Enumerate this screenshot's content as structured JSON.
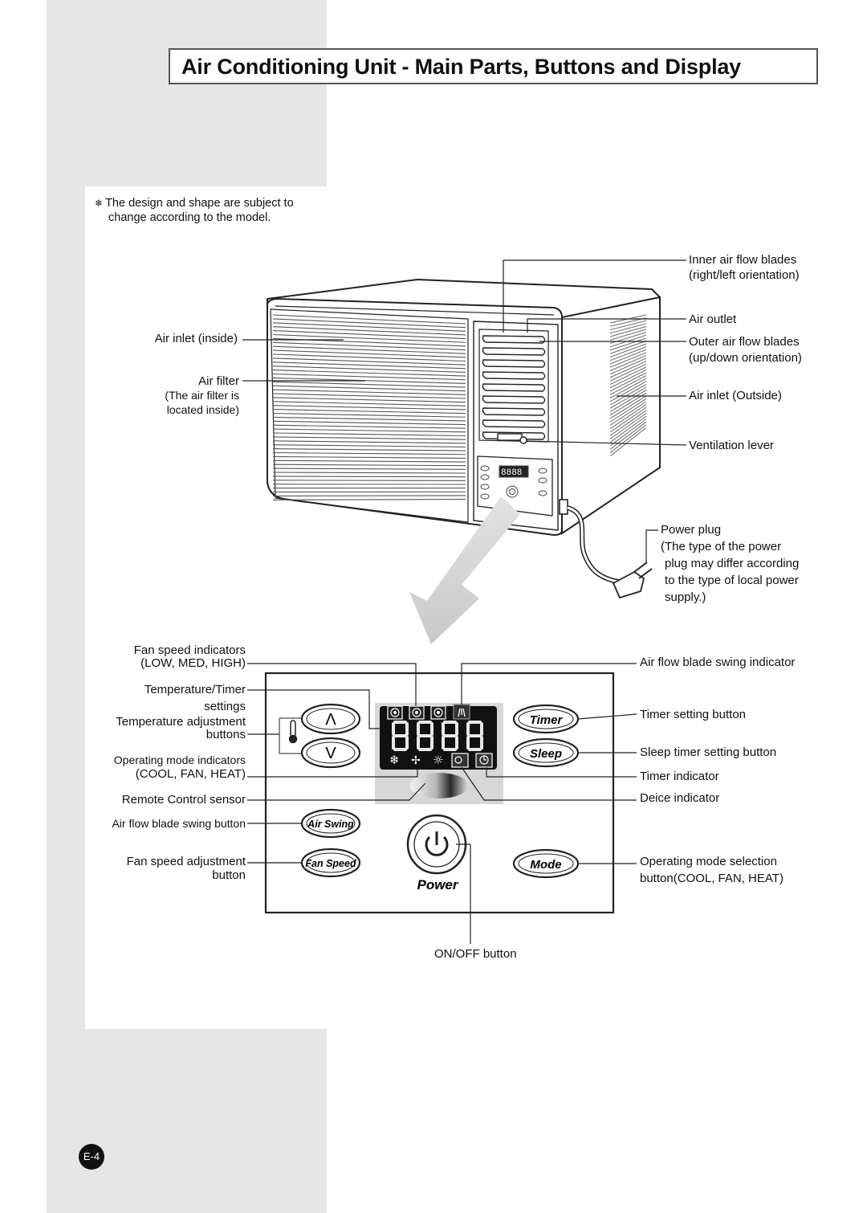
{
  "page": {
    "title": "Air Conditioning Unit - Main Parts, Buttons and Display",
    "note_line1": "The design and shape are subject to",
    "note_line2": "change according to the model.",
    "note_symbol": "❄",
    "page_number": "E-4"
  },
  "unit_labels": {
    "air_inlet_inside": "Air inlet (inside)",
    "air_filter": "Air filter",
    "air_filter_note1": "(The air filter is",
    "air_filter_note2": "located inside)",
    "inner_blades1": "Inner air flow blades",
    "inner_blades2": "(right/left orientation)",
    "air_outlet": "Air outlet",
    "outer_blades1": "Outer air flow blades",
    "outer_blades2": "(up/down orientation)",
    "air_inlet_outside": "Air inlet (Outside)",
    "ventilation_lever": "Ventilation lever",
    "power_plug": "Power plug",
    "power_plug_note1": "(The type of the power",
    "power_plug_note2": "plug may differ according",
    "power_plug_note3": "to the type of local power",
    "power_plug_note4": "supply.)"
  },
  "panel_labels": {
    "fan_speed_ind1": "Fan speed indicators",
    "fan_speed_ind2": "(LOW, MED, HIGH)",
    "temp_timer1": "Temperature/Timer",
    "temp_timer2": "settings",
    "temp_adj1": "Temperature adjustment",
    "temp_adj2": "buttons",
    "op_mode_ind1": "Operating mode indicators",
    "op_mode_ind2": "(COOL, FAN, HEAT)",
    "remote_sensor": "Remote Control sensor",
    "air_swing_btn": "Air flow blade swing button",
    "fan_speed_btn1": "Fan speed adjustment",
    "fan_speed_btn2": "button",
    "swing_ind": "Air flow blade swing indicator",
    "timer_btn": "Timer setting button",
    "sleep_btn": "Sleep timer setting button",
    "timer_ind": "Timer indicator",
    "deice_ind": "Deice indicator",
    "op_mode_btn1": "Operating mode selection",
    "op_mode_btn2": "button(COOL, FAN, HEAT)",
    "onoff_btn": "ON/OFF button"
  },
  "panel": {
    "timer_label": "Timer",
    "sleep_label": "Sleep",
    "air_swing_label": "Air Swing",
    "fan_speed_label": "Fan Speed",
    "mode_label": "Mode",
    "power_label": "Power",
    "up_symbol": "Λ",
    "down_symbol": "V",
    "display_digits": "8888"
  }
}
